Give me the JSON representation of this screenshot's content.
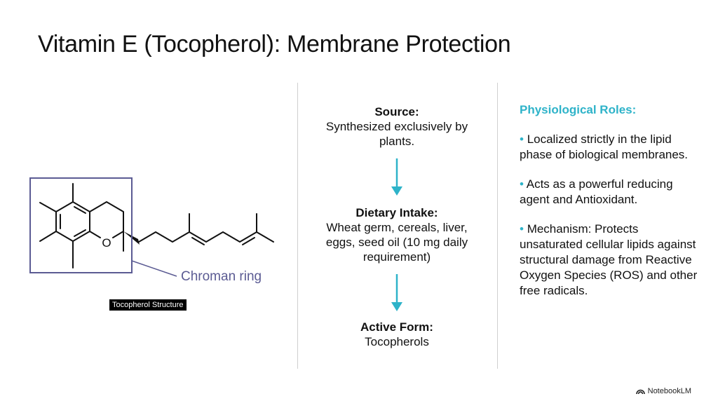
{
  "title": "Vitamin E (Tocopherol): Membrane Protection",
  "structure": {
    "caption": "Tocopherol Structure",
    "callout_label": "Chroman ring",
    "ring_atom": "O",
    "box_color": "#5b5b93"
  },
  "flow": {
    "source": {
      "heading": "Source:",
      "text": "Synthesized exclusively by plants."
    },
    "intake": {
      "heading": "Dietary Intake:",
      "text": "Wheat germ, cereals, liver, eggs, seed oil (10 mg daily requirement)"
    },
    "active": {
      "heading": "Active Form:",
      "text": "Tocopherols"
    },
    "arrow_color": "#2eb3c9",
    "arrow_icon": "arrow-down-icon"
  },
  "roles": {
    "heading": "Physiological Roles:",
    "items": [
      {
        "text": "Localized strictly in the lipid phase of biological membranes."
      },
      {
        "text": "Acts as a powerful reducing agent and Antioxidant."
      },
      {
        "text": "Mechanism: Protects unsaturated cellular lipids against structural damage from Reactive Oxygen Species (ROS) and other free radicals."
      }
    ],
    "bullet": "•",
    "accent_color": "#2eb3c9"
  },
  "brand": {
    "label": "NotebookLM",
    "icon": "notebooklm-logo-icon"
  }
}
